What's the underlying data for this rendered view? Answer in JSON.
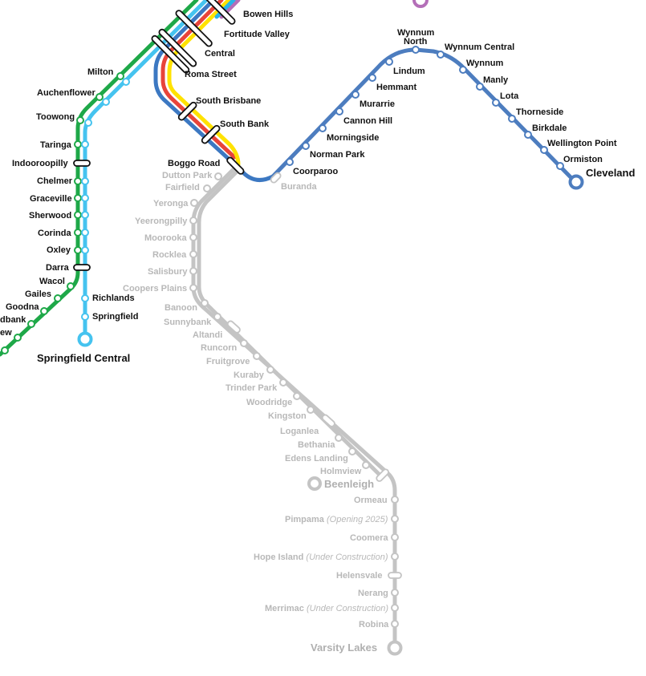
{
  "colors": {
    "ferny_grove": "#b46fb8",
    "shorncliffe": "#28b5e8",
    "caboolture": "#e8443a",
    "airport": "#ffe200",
    "ipswich": "#1ea848",
    "springfield": "#45c3ef",
    "cleveland": "#4d7dbf",
    "gold_coast_disabled": "#c4c4c4",
    "cbd_blue": "#3c78c2"
  },
  "stations": {
    "bowen_hills": "Bowen Hills",
    "fortitude_valley": "Fortitude Valley",
    "central": "Central",
    "roma_street": "Roma Street",
    "south_brisbane": "South Brisbane",
    "south_bank": "South Bank",
    "boggo_road": "Boggo Road",
    "milton": "Milton",
    "auchenflower": "Auchenflower",
    "toowong": "Toowong",
    "taringa": "Taringa",
    "indooroopilly": "Indooroopilly",
    "chelmer": "Chelmer",
    "graceville": "Graceville",
    "sherwood": "Sherwood",
    "corinda": "Corinda",
    "oxley": "Oxley",
    "darra": "Darra",
    "wacol": "Wacol",
    "gailes": "Gailes",
    "goodna": "Goodna",
    "redbank_partial": "dbank",
    "riverview_partial": "ew",
    "richlands": "Richlands",
    "springfield": "Springfield",
    "springfield_central": "Springfield Central",
    "buranda": "Buranda",
    "coorparoo": "Coorparoo",
    "norman_park": "Norman Park",
    "morningside": "Morningside",
    "cannon_hill": "Cannon Hill",
    "murarrie": "Murarrie",
    "hemmant": "Hemmant",
    "lindum": "Lindum",
    "wynnum_north": "Wynnum\nNorth",
    "wynnum_central": "Wynnum Central",
    "wynnum": "Wynnum",
    "manly": "Manly",
    "lota": "Lota",
    "thorneside": "Thorneside",
    "birkdale": "Birkdale",
    "wellington_point": "Wellington Point",
    "ormiston": "Ormiston",
    "cleveland": "Cleveland",
    "dutton_park": "Dutton Park",
    "fairfield": "Fairfield",
    "yeronga": "Yeronga",
    "yeerongpilly": "Yeerongpilly",
    "moorooka": "Moorooka",
    "rocklea": "Rocklea",
    "salisbury": "Salisbury",
    "coopers_plains": "Coopers Plains",
    "banoon": "Banoon",
    "sunnybank": "Sunnybank",
    "altandi": "Altandi",
    "runcorn": "Runcorn",
    "fruitgrove": "Fruitgrove",
    "kuraby": "Kuraby",
    "trinder_park": "Trinder Park",
    "woodridge": "Woodridge",
    "kingston": "Kingston",
    "loganlea": "Loganlea",
    "bethania": "Bethania",
    "edens_landing": "Edens Landing",
    "holmview": "Holmview",
    "beenleigh": "Beenleigh",
    "ormeau": "Ormeau",
    "pimpama": "Pimpama",
    "pimpama_note": "(Opening 2025)",
    "coomera": "Coomera",
    "hope_island": "Hope Island",
    "hope_island_note": "(Under Construction)",
    "helensvale": "Helensvale",
    "nerang": "Nerang",
    "merrimac": "Merrimac",
    "merrimac_note": "(Under Construction)",
    "robina": "Robina",
    "varsity_lakes": "Varsity Lakes"
  }
}
